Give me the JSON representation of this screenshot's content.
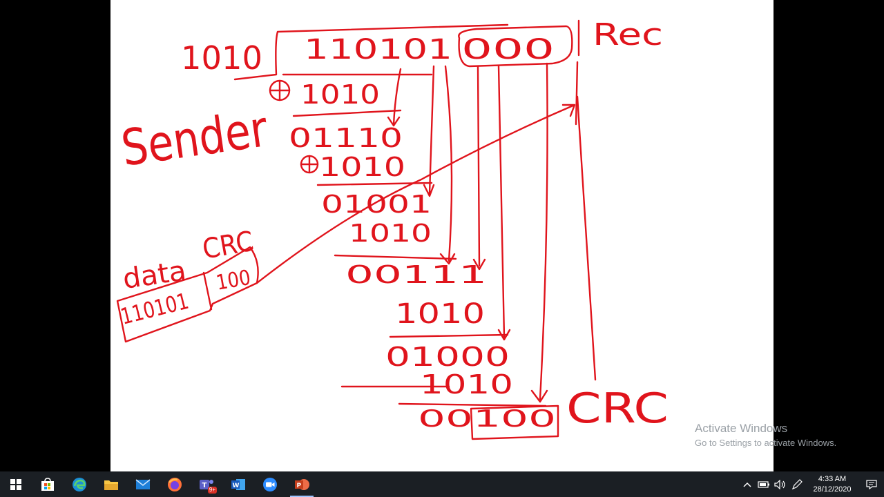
{
  "whiteboard": {
    "divisor": "1010",
    "dividend_data": "110101",
    "appended_zeros": "000",
    "receiver_label": "Rec",
    "sender_label": "Sender",
    "steps": [
      "1010",
      "01110",
      "1010",
      "01001",
      "1010",
      "00111",
      "1010",
      "01000",
      "1010",
      "00100"
    ],
    "data_label": "data",
    "crc_label": "CRC",
    "frame_data": "110101",
    "frame_crc": "100",
    "remainder": "100",
    "result_label": "CRC"
  },
  "watermark": {
    "title": "Activate Windows",
    "subtitle": "Go to Settings to activate Windows."
  },
  "taskbar": {
    "apps": [
      "start-icon",
      "store-icon",
      "edge-icon",
      "file-explorer-icon",
      "mail-icon",
      "firefox-icon",
      "teams-icon",
      "word-icon",
      "zoom-icon",
      "powerpoint-icon"
    ],
    "teams_badge": "9+",
    "clock_time": "4:33 AM",
    "clock_date": "28/12/2020",
    "ink_color": "#e0141c",
    "taskbar_color": "#1b1f24"
  }
}
